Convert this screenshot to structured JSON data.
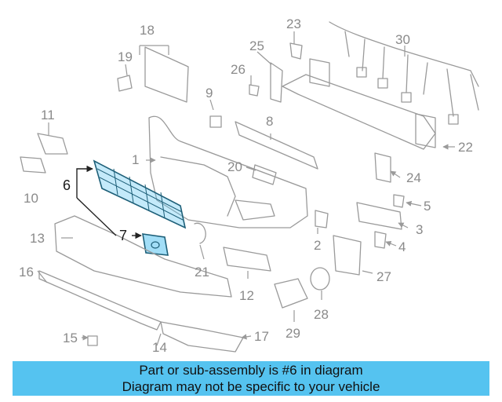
{
  "diagram": {
    "highlight_color": "#55c3f0",
    "callouts": [
      "1",
      "2",
      "3",
      "4",
      "5",
      "6",
      "7",
      "8",
      "9",
      "10",
      "11",
      "12",
      "13",
      "14",
      "15",
      "16",
      "17",
      "18",
      "19",
      "20",
      "21",
      "22",
      "23",
      "24",
      "25",
      "26",
      "27",
      "28",
      "29",
      "30"
    ]
  },
  "footer": {
    "line1": "Part or sub-assembly is #6 in diagram",
    "line2": "Diagram may not be specific to your vehicle",
    "background": "#55c3f0"
  }
}
